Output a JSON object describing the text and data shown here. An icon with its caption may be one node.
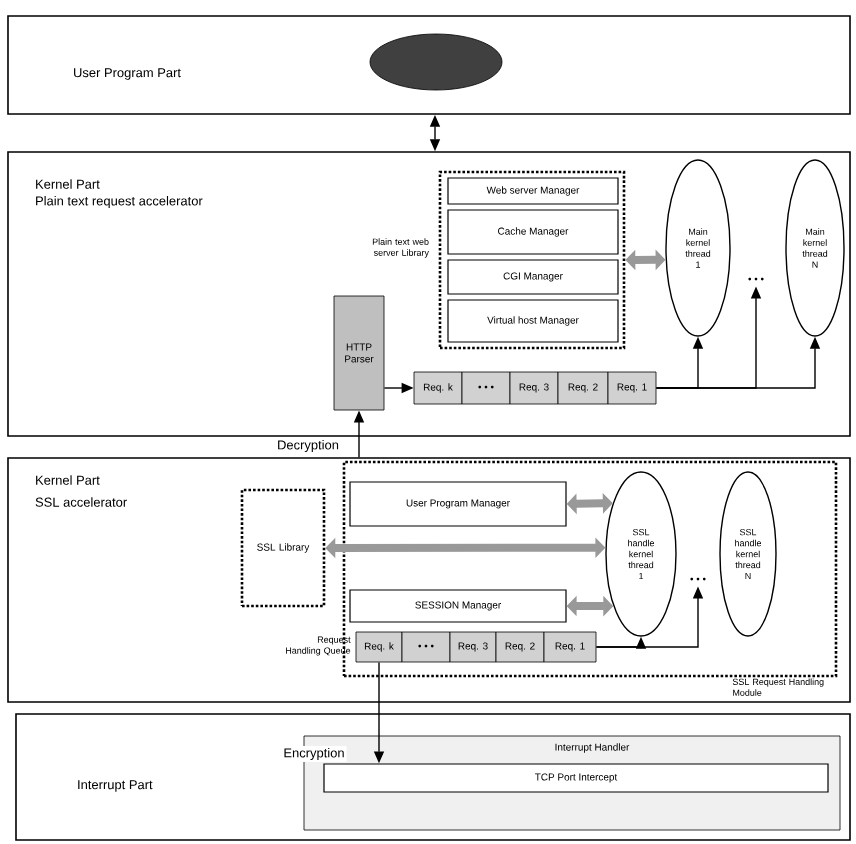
{
  "diagram": {
    "nodes": [
      {
        "text": [
          "User Program Part"
        ]
      },
      {
        "text": [],
        "shape": "ellipse",
        "in": 0
      },
      {
        "text": [
          "Kernel Part",
          "Plain text request accelerator"
        ]
      },
      {
        "text": [
          "Plain text web server Library"
        ],
        "in": 2
      },
      {
        "text": [
          "Web server Manager"
        ],
        "in": 3
      },
      {
        "text": [
          "Cache Manager"
        ],
        "in": 3
      },
      {
        "text": [
          "CGI Manager"
        ],
        "in": 3
      },
      {
        "text": [
          "Virtual host Manager"
        ],
        "in": 3
      },
      {
        "text": [
          "Main kernel thread 1"
        ],
        "in": 2
      },
      {
        "text": [
          "Main kernel thread N"
        ],
        "in": 2
      },
      {
        "text": [
          "HTTP Parser"
        ],
        "in": 2
      },
      {
        "text": [
          "Req. k"
        ],
        "in": 2
      },
      {
        "text": [
          "• • •"
        ],
        "in": 2
      },
      {
        "text": [
          "Req. 3"
        ],
        "in": 2
      },
      {
        "text": [
          "Req. 2"
        ],
        "in": 2
      },
      {
        "text": [
          "Req. 1"
        ],
        "in": 2
      },
      {
        "text": [
          "Kernel Part",
          "SSL accelerator"
        ]
      },
      {
        "text": [
          "SSL Library"
        ],
        "in": 16
      },
      {
        "text": [
          "SSL Request Handling Module"
        ],
        "in": 16
      },
      {
        "text": [
          "User Program Manager"
        ],
        "in": 18
      },
      {
        "text": [
          "SESSION Manager"
        ],
        "in": 18
      },
      {
        "text": [
          "SSL handle kernel thread 1"
        ],
        "in": 18
      },
      {
        "text": [
          "SSL handle kernel thread N"
        ],
        "in": 18
      },
      {
        "text": [
          "Req. k"
        ],
        "in": 18
      },
      {
        "text": [
          "• • •"
        ],
        "in": 18
      },
      {
        "text": [
          "Req. 3"
        ],
        "in": 18
      },
      {
        "text": [
          "Req. 2"
        ],
        "in": 18
      },
      {
        "text": [
          "Req. 1"
        ],
        "in": 18
      },
      {
        "text": [
          "Interrupt Part"
        ]
      },
      {
        "text": [
          "Interrupt Handler"
        ],
        "in": 28
      },
      {
        "text": [
          "TCP Port Intercept"
        ],
        "in": 29
      },
      {
        "text": [
          "• • •"
        ],
        "in": 2
      },
      {
        "text": [
          "• • •"
        ],
        "in": 18
      }
    ],
    "edges": [
      {
        "from": 0,
        "to": 2,
        "arrow": "both"
      },
      {
        "from": 3,
        "to": 8,
        "arrow": "both",
        "style": "thick",
        "color": "#999999"
      },
      {
        "from": 10,
        "to": 11,
        "arrow": "to"
      },
      {
        "from": 15,
        "to": 8,
        "arrow": "to"
      },
      {
        "from": 15,
        "to": 31,
        "arrow": "to"
      },
      {
        "from": 15,
        "to": 9,
        "arrow": "to"
      },
      {
        "from": 16,
        "to": 10,
        "arrow": "to",
        "label": "Decryption"
      },
      {
        "from": 19,
        "to": 21,
        "arrow": "both",
        "style": "thick",
        "color": "#999999"
      },
      {
        "from": 17,
        "to": 21,
        "arrow": "both",
        "style": "thick",
        "color": "#999999"
      },
      {
        "from": 20,
        "to": 21,
        "arrow": "both",
        "style": "thick",
        "color": "#999999"
      },
      {
        "from": 27,
        "to": 21,
        "arrow": "to"
      },
      {
        "from": 27,
        "to": 32,
        "arrow": "to"
      },
      {
        "from": 23,
        "to": 30,
        "arrow": "to",
        "label": "Encryption"
      }
    ],
    "labels": [
      "Request Handling Queue"
    ]
  }
}
